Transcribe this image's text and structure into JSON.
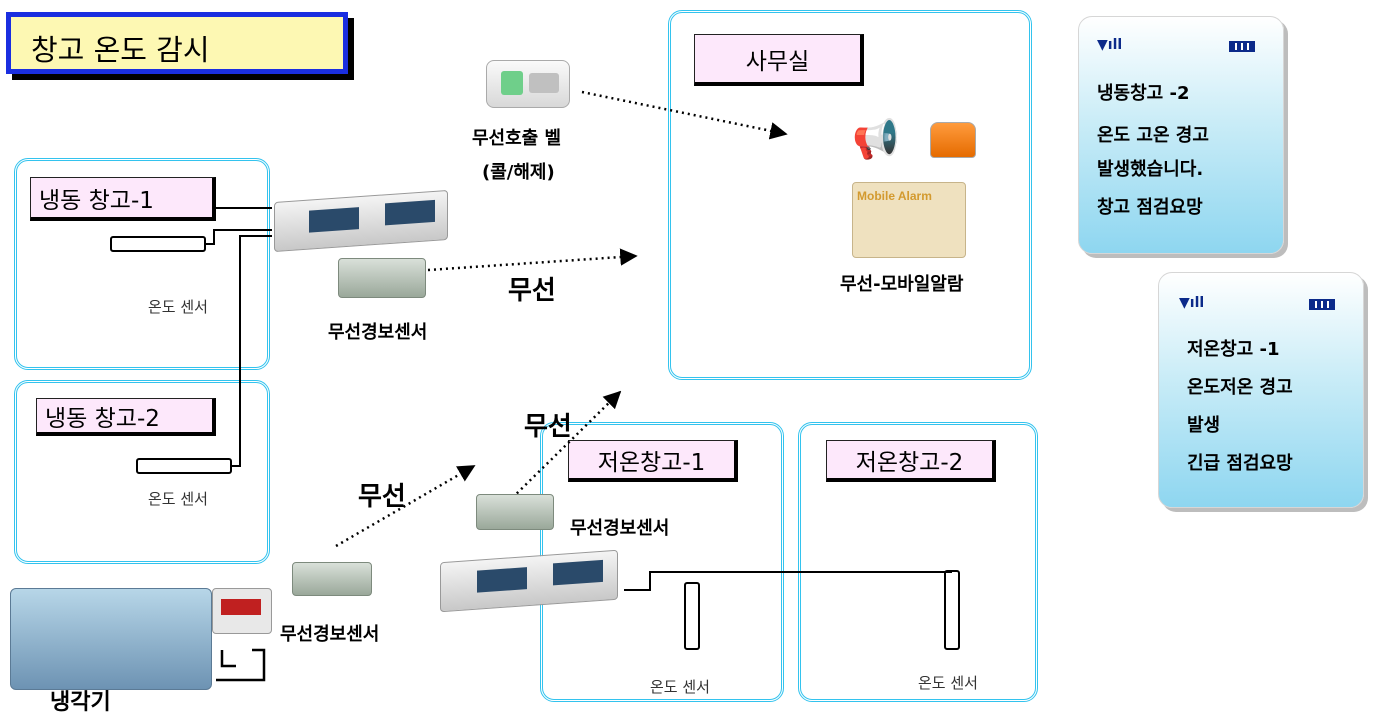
{
  "title": "창고 온도 감시",
  "rooms": {
    "freezer1": "냉동 창고-1",
    "freezer2": "냉동 창고-2",
    "office": "사무실",
    "low1": "저온창고-1",
    "low2": "저온창고-2"
  },
  "captions": {
    "temp_sensor": "온도 센서",
    "wireless": "무선",
    "wireless_alarm_sensor": "무선경보센서",
    "call_bell_line1": "무선호출 벨",
    "call_bell_line2": "(콜/해제)",
    "mobile_alarm": "무선-모바일알람",
    "mobile_alarm_brand": "Mobile Alarm",
    "chiller": "냉각기"
  },
  "phone1": {
    "lines": [
      "냉동창고 -2",
      "온도 고온 경고",
      "발생했습니다.",
      "창고 점검요망"
    ]
  },
  "phone2": {
    "lines": [
      "저온창고 -1",
      "온도저온 경고",
      "발생",
      "긴급 점검요망"
    ]
  },
  "colors": {
    "room_border": "#33c3ee",
    "title_bg": "#fdf8b3",
    "title_border": "#1a2ee0",
    "label_bg": "#fde8fb"
  }
}
